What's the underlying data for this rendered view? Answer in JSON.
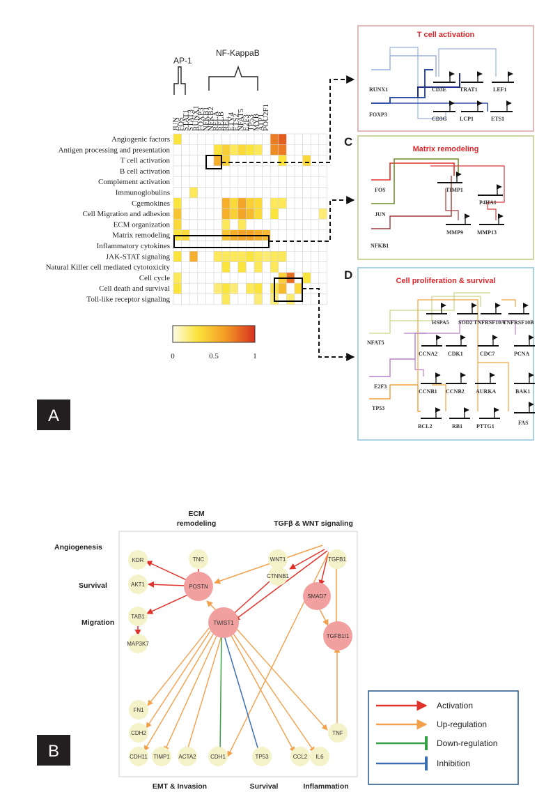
{
  "panel_a": {
    "label": "A",
    "group_labels": {
      "ap1": "AP-1",
      "nfkb": "NF-KappaB"
    },
    "tf_columns": [
      "JUN",
      "FOS",
      "STAT1",
      "STAT3",
      "RUNX1",
      "FOXP3",
      "NFKB1",
      "NFKB2",
      "RELA",
      "RELB",
      "REL",
      "ETV4",
      "ETS2",
      "NFAT5",
      "E2F3",
      "TP53",
      "MYB",
      "ATP1",
      "POU2F1"
    ],
    "pathway_rows": [
      "Angiogenic factors",
      "Antigen processing and presentation",
      "T cell activation",
      "B cell activation",
      "Complement activation",
      "Immunoglobulins",
      "Cgemokines",
      "Cell Migration and adhesion",
      "ECM organization",
      "Matrix remodeling",
      "Inflammatory cytokines",
      "JAK-STAT signaling",
      "Natural Killer cell mediated cytotoxicity",
      "Cell cycle",
      "Cell death and survival",
      "Toll-like receptor signaling"
    ],
    "heat_values": [
      [
        0.3,
        0,
        0,
        0,
        0,
        0,
        0,
        0,
        0,
        0,
        0,
        0,
        0.75,
        0.85,
        0,
        0,
        0,
        0,
        0
      ],
      [
        0,
        0,
        0,
        0,
        0,
        0.3,
        0.4,
        0.25,
        0.35,
        0.3,
        0.25,
        0,
        0.7,
        0.75,
        0,
        0,
        0,
        0,
        0
      ],
      [
        0,
        0,
        0,
        0,
        0,
        0.55,
        0.4,
        0,
        0,
        0,
        0,
        0,
        0,
        0.3,
        0,
        0,
        0.35,
        0,
        0
      ],
      [
        0,
        0,
        0,
        0,
        0,
        0,
        0,
        0,
        0,
        0,
        0,
        0,
        0,
        0,
        0,
        0,
        0,
        0,
        0
      ],
      [
        0,
        0,
        0,
        0,
        0,
        0,
        0,
        0,
        0,
        0,
        0,
        0,
        0,
        0,
        0,
        0,
        0,
        0,
        0
      ],
      [
        0,
        0,
        0.25,
        0,
        0,
        0,
        0,
        0,
        0,
        0,
        0,
        0,
        0,
        0,
        0,
        0,
        0,
        0,
        0
      ],
      [
        0.3,
        0,
        0,
        0,
        0,
        0,
        0.55,
        0.35,
        0.6,
        0.4,
        0.35,
        0,
        0.25,
        0.25,
        0,
        0,
        0,
        0,
        0
      ],
      [
        0.45,
        0,
        0,
        0,
        0,
        0,
        0.55,
        0.4,
        0.6,
        0.5,
        0.35,
        0,
        0.3,
        0,
        0,
        0,
        0,
        0,
        0.2
      ],
      [
        0.35,
        0,
        0,
        0,
        0,
        0,
        0.25,
        0,
        0.25,
        0,
        0,
        0,
        0,
        0,
        0,
        0,
        0,
        0,
        0
      ],
      [
        0.3,
        0.35,
        0,
        0,
        0,
        0,
        0.45,
        0.55,
        0.6,
        0.6,
        0.55,
        0.5,
        0,
        0,
        0,
        0,
        0,
        0,
        0
      ],
      [
        0,
        0,
        0,
        0,
        0,
        0,
        0,
        0,
        0,
        0,
        0,
        0,
        0,
        0,
        0,
        0,
        0,
        0,
        0
      ],
      [
        0.3,
        0,
        0.55,
        0,
        0,
        0.25,
        0.25,
        0.25,
        0.25,
        0.3,
        0.25,
        0.2,
        0.25,
        0.25,
        0,
        0,
        0,
        0,
        0
      ],
      [
        0,
        0,
        0,
        0,
        0,
        0,
        0.3,
        0,
        0.3,
        0,
        0.25,
        0,
        0.25,
        0,
        0,
        0,
        0,
        0,
        0
      ],
      [
        0.25,
        0,
        0,
        0,
        0,
        0,
        0,
        0,
        0,
        0,
        0,
        0,
        0,
        0.4,
        0.8,
        0,
        0.3,
        0,
        0
      ],
      [
        0.3,
        0,
        0,
        0,
        0,
        0.2,
        0.3,
        0.2,
        0,
        0.25,
        0.3,
        0,
        0.3,
        0.5,
        0,
        0.35,
        0,
        0,
        0
      ],
      [
        0,
        0,
        0,
        0,
        0,
        0,
        0.25,
        0,
        0,
        0,
        0.2,
        0,
        0.2,
        0,
        0.2,
        0,
        0,
        0,
        0
      ]
    ],
    "colorbar": {
      "ticks": [
        "0",
        "0.5",
        "1"
      ],
      "stops": [
        "#fffbe8",
        "#fbe43c",
        "#f39a24",
        "#d7301f"
      ]
    }
  },
  "panel_b_top": {
    "title": "T cell activation",
    "border_color": "#e8b8b8",
    "regulators": [
      "RUNX1",
      "FOXP3"
    ],
    "targets": [
      "CD3E",
      "TRAT1",
      "LEF1",
      "CD3G",
      "LCP1",
      "ETS1"
    ]
  },
  "panel_c": {
    "letter": "C",
    "title": "Matrix remodeling",
    "border_color": "#c7d79d",
    "regulators": [
      "FOS",
      "JUN",
      "NFKB1"
    ],
    "targets": [
      "TIMP1",
      "P4HA1",
      "MMP9",
      "MMP13"
    ]
  },
  "panel_d": {
    "letter": "D",
    "title": "Cell proliferation & survival",
    "border_color": "#a9d3e3",
    "regulators": [
      "NFAT5",
      "E2F3",
      "TP53"
    ],
    "targets": [
      "HSPA5",
      "SOD2",
      "TNFRSF10A",
      "TNFRSF10B",
      "CCNA2",
      "CDK1",
      "CDC7",
      "PCNA",
      "CCNB1",
      "CCNB2",
      "AURKA",
      "BAK1",
      "BCL2",
      "RB1",
      "PTTG1",
      "FAS"
    ]
  },
  "panel_network": {
    "label": "B",
    "groups": {
      "ecm": "ECM\nremodeling",
      "tgf": "TGFβ & WNT signaling",
      "angio": "Angiogenesis",
      "survival_left": "Survival",
      "migration": "Migration",
      "emt": "EMT & Invasion",
      "survival_bottom": "Survival",
      "inflammation": "Inflammation"
    },
    "hubs": [
      "POSTN",
      "TWIST1",
      "SMAD7",
      "TGFB1I1"
    ],
    "nodes": [
      "KDR",
      "TNC",
      "WNT1",
      "TGFB1",
      "AKT1",
      "CTNNB1",
      "TAB1",
      "MAP3K7",
      "FN1",
      "CDH2",
      "CDH11",
      "TIMP1",
      "ACTA2",
      "CDH1",
      "TP53",
      "CCL2",
      "IL6",
      "TNF"
    ],
    "legend": [
      {
        "label": "Activation",
        "color": "#e0312a"
      },
      {
        "label": "Up-regulation",
        "color": "#f2a04a"
      },
      {
        "label": "Down-regulation",
        "color": "#36a047"
      },
      {
        "label": "Inhibition",
        "color": "#3c6fb2"
      }
    ],
    "colors": {
      "hub": "#f19f9f",
      "node": "#f4f2c8"
    }
  }
}
